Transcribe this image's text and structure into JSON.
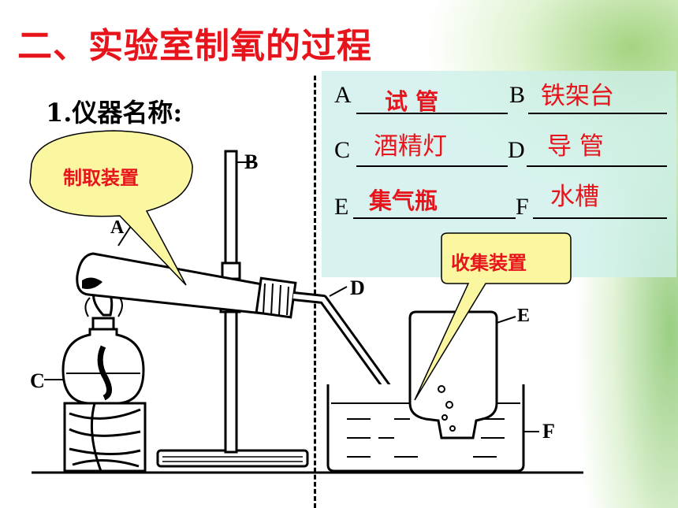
{
  "title": "二、实验室制氧的过程",
  "section": "1.仪器名称:",
  "items": [
    {
      "letter": "A",
      "answer": "试 管"
    },
    {
      "letter": "B",
      "answer": "铁架台"
    },
    {
      "letter": "C",
      "answer": "酒精灯"
    },
    {
      "letter": "D",
      "answer": "导 管"
    },
    {
      "letter": "E",
      "answer": "集气瓶"
    },
    {
      "letter": "F",
      "answer": "水槽"
    }
  ],
  "callouts": {
    "left": "制取装置",
    "right": "收集装置"
  },
  "diagram_labels": {
    "a": "A",
    "b": "B",
    "c": "C",
    "d": "D",
    "e": "E",
    "f": "F"
  },
  "colors": {
    "title": "#e8141c",
    "answer": "#e8141c",
    "callout_fill": "#fbf7a0",
    "panel": "#cdf0eb"
  }
}
